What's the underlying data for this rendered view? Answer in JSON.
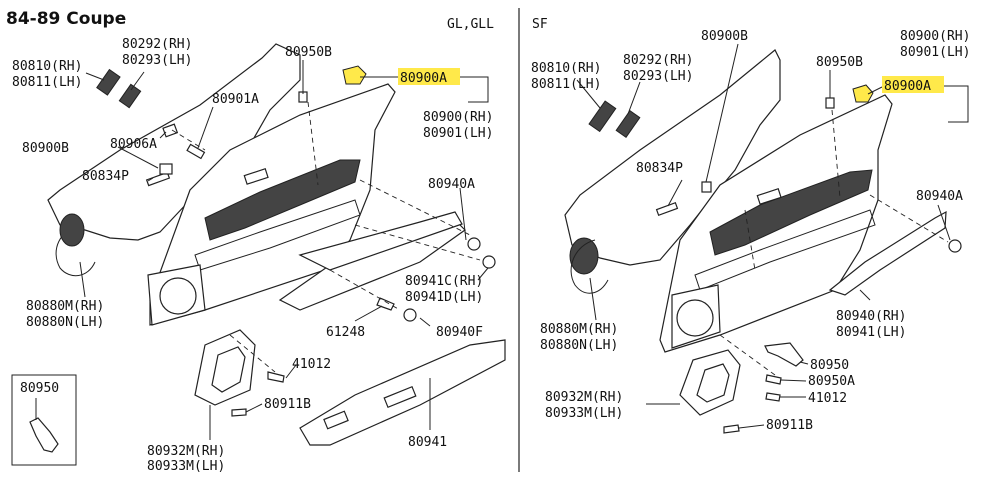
{
  "title": "84-89 Coupe",
  "accent_color": "#FFE94A",
  "left_panel": {
    "variant": "GL,GLL",
    "labels": {
      "p80810": "80810(RH)",
      "p80811": "80811(LH)",
      "p80292": "80292(RH)",
      "p80293": "80293(LH)",
      "p80950B": "80950B",
      "p80900A": "80900A",
      "p80901A": "80901A",
      "p80906A": "80906A",
      "p80900": "80900(RH)",
      "p80901": "80901(LH)",
      "p80900B": "80900B",
      "p80834P": "80834P",
      "p80940A": "80940A",
      "p80941C": "80941C(RH)",
      "p80941D": "80941D(LH)",
      "p80880M": "80880M(RH)",
      "p80880N": "80880N(LH)",
      "p61248": "61248",
      "p80940F": "80940F",
      "p41012": "41012",
      "p80911B": "80911B",
      "p80932M": "80932M(RH)",
      "p80933M": "80933M(LH)",
      "p80941": "80941"
    },
    "inset_label": "80950"
  },
  "right_panel": {
    "variant": "SF",
    "labels": {
      "p80900B": "80900B",
      "p80810": "80810(RH)",
      "p80811": "80811(LH)",
      "p80292": "80292(RH)",
      "p80293": "80293(LH)",
      "p80950B": "80950B",
      "p80900A": "80900A",
      "p80900": "80900(RH)",
      "p80901": "80901(LH)",
      "p80834P": "80834P",
      "p80940A": "80940A",
      "p80880M": "80880M(RH)",
      "p80880N": "80880N(LH)",
      "p80940": "80940(RH)",
      "p80941": "80941(LH)",
      "p80950": "80950",
      "p80950A": "80950A",
      "p80932M": "80932M(RH)",
      "p80933M": "80933M(LH)",
      "p41012": "41012",
      "p80911B": "80911B"
    }
  }
}
